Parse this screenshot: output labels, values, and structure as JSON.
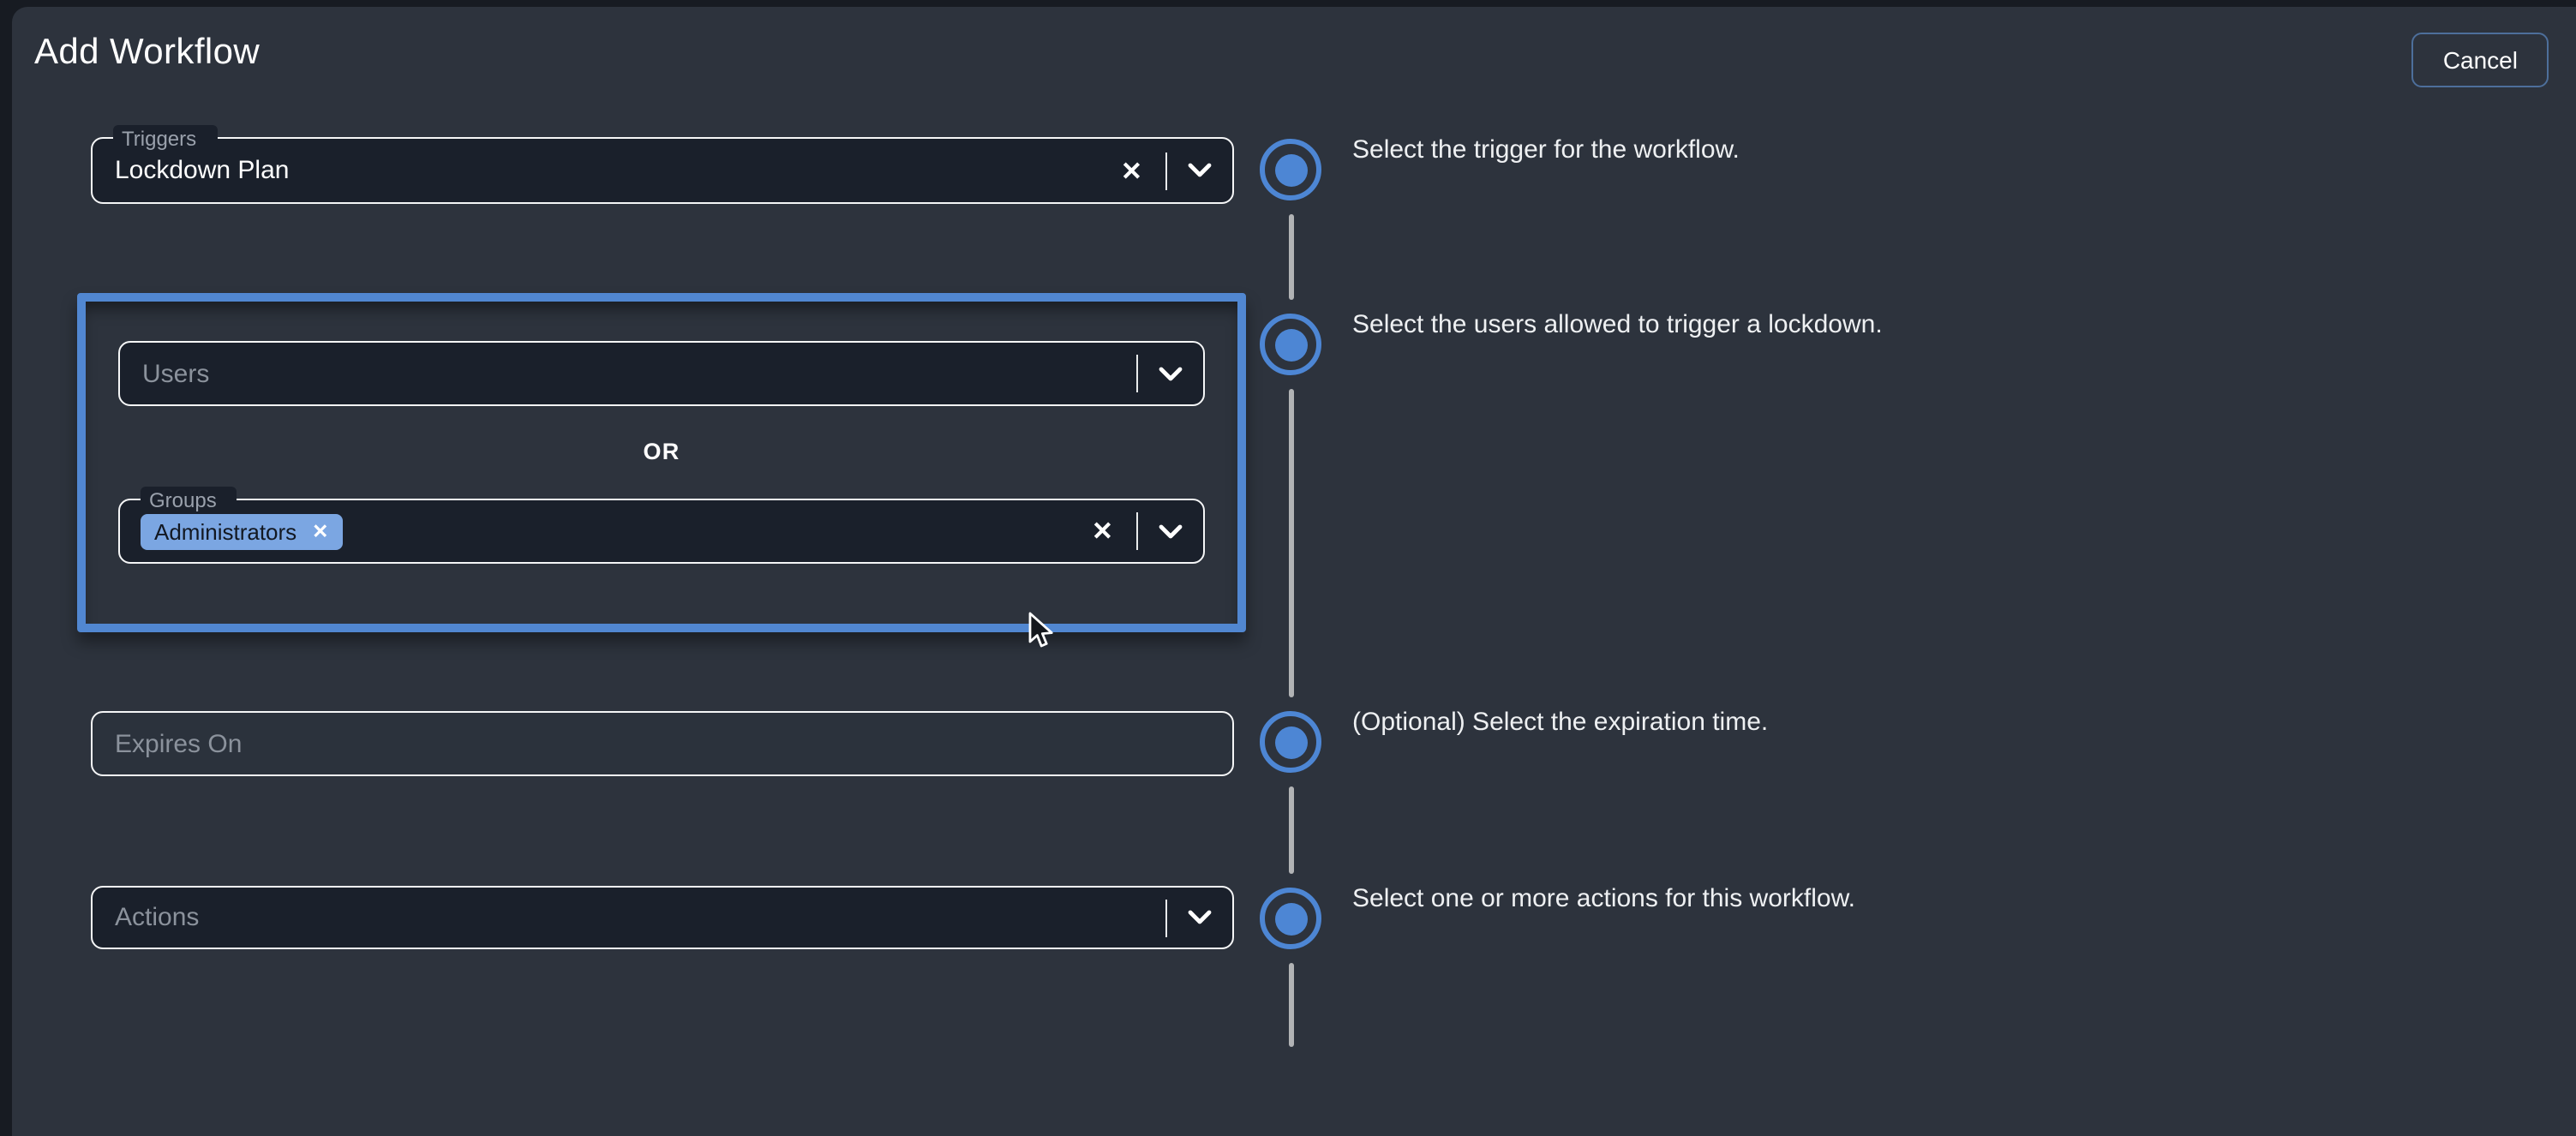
{
  "header": {
    "title": "Add Workflow",
    "cancel_label": "Cancel"
  },
  "steps": [
    {
      "description": "Select the trigger for the workflow."
    },
    {
      "description": "Select the users allowed to trigger a lockdown."
    },
    {
      "description": "(Optional) Select the expiration time."
    },
    {
      "description": "Select one or more actions for this workflow."
    }
  ],
  "form": {
    "triggers": {
      "label": "Triggers",
      "value": "Lockdown Plan"
    },
    "users": {
      "placeholder": "Users"
    },
    "or_label": "OR",
    "groups": {
      "label": "Groups",
      "chips": [
        {
          "label": "Administrators"
        }
      ]
    },
    "expires_on": {
      "placeholder": "Expires On"
    },
    "actions": {
      "placeholder": "Actions"
    }
  },
  "icons": {
    "clear": "✕",
    "chip_remove": "✕"
  },
  "colors": {
    "backdrop": "#171b22",
    "panel": "#2d333d",
    "field_background": "#1a202b",
    "field_border": "#f5f6f7",
    "label_gray": "#9aa1ac",
    "placeholder_gray": "#8b929c",
    "accent_blue": "#4d86d4",
    "section_border_blue": "#5187d1",
    "chip_blue": "#7ba6e2",
    "connector_gray": "#b1b3b5",
    "cancel_border": "#4d6f9b"
  }
}
